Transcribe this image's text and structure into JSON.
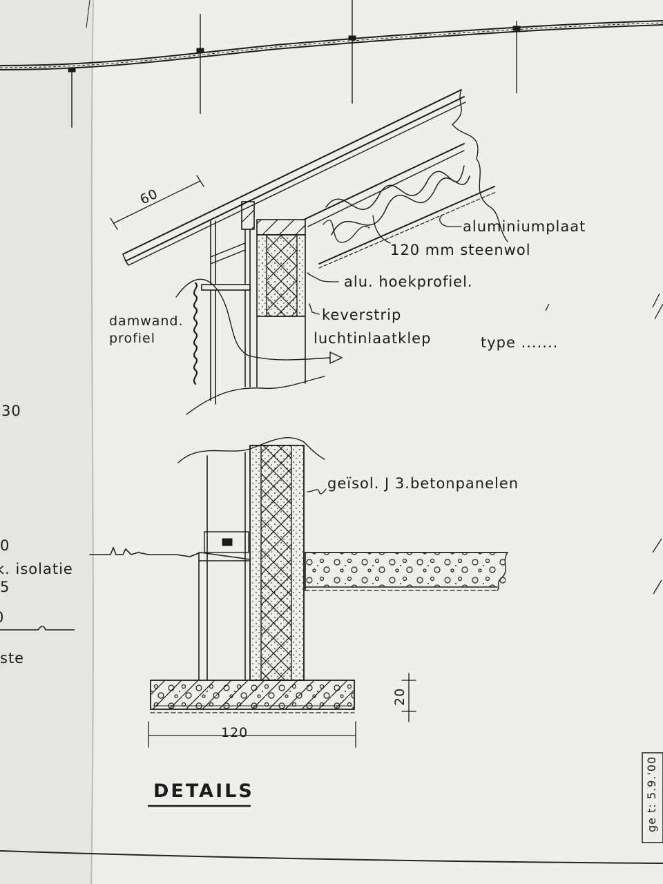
{
  "labels": {
    "dim_roof": "60",
    "aluminiumplaat": "aluminiumplaat",
    "steenwol": "120 mm steenwol",
    "hoekprofiel": "alu. hoekprofiel.",
    "damwand_1": "damwand.",
    "damwand_2": "profiel",
    "keverstrip": "keverstrip",
    "luchtinlaatklep": "luchtinlaatklep",
    "type": "type .......",
    "betonpanelen": "geïsol. J 3.betonpanelen",
    "dim_footing_width": "120",
    "dim_footing_height": "20",
    "title": "DETAILS"
  },
  "margin_fragments": {
    "f30": "30",
    "f0": "0",
    "isolatie": "k. isolatie",
    "f5": "5",
    "fD": "0",
    "ste": "ste",
    "stamp": "ge t: 5.9.'00"
  },
  "colors": {
    "paper_left": "#e6e5e0",
    "paper_main": "#efeeea",
    "ink": "#1b1b1b"
  }
}
